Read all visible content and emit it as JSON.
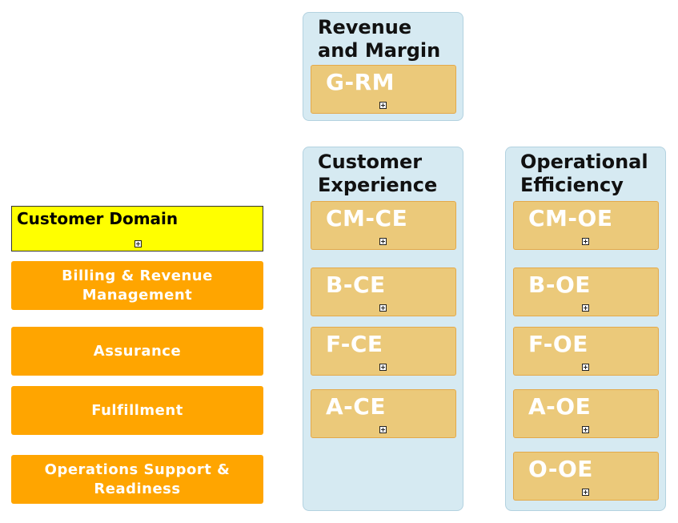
{
  "columns": {
    "revenue": {
      "title_line1": "Revenue",
      "title_line2": "and Margin",
      "items": [
        "G-RM"
      ]
    },
    "customer_experience": {
      "title_line1": "Customer",
      "title_line2": "Experience",
      "items": [
        "CM-CE",
        "B-CE",
        "F-CE",
        "A-CE"
      ]
    },
    "operational_efficiency": {
      "title_line1": "Operational",
      "title_line2": "Efficiency",
      "items": [
        "CM-OE",
        "B-OE",
        "F-OE",
        "A-OE",
        "O-OE"
      ]
    }
  },
  "domain": {
    "title": "Customer Domain"
  },
  "areas": [
    {
      "line1": "Billing & Revenue",
      "line2": "Management"
    },
    {
      "line1": "Assurance",
      "line2": ""
    },
    {
      "line1": "Fulfillment",
      "line2": ""
    },
    {
      "line1": "Operations Support &",
      "line2": "Readiness"
    }
  ],
  "colors": {
    "panel_fill": "#d6eaf2",
    "metric_fill": "#ebc97a",
    "domain_fill": "#ffff00",
    "area_fill": "#ffa500"
  },
  "icons": {
    "expand": "plus-square-icon"
  }
}
